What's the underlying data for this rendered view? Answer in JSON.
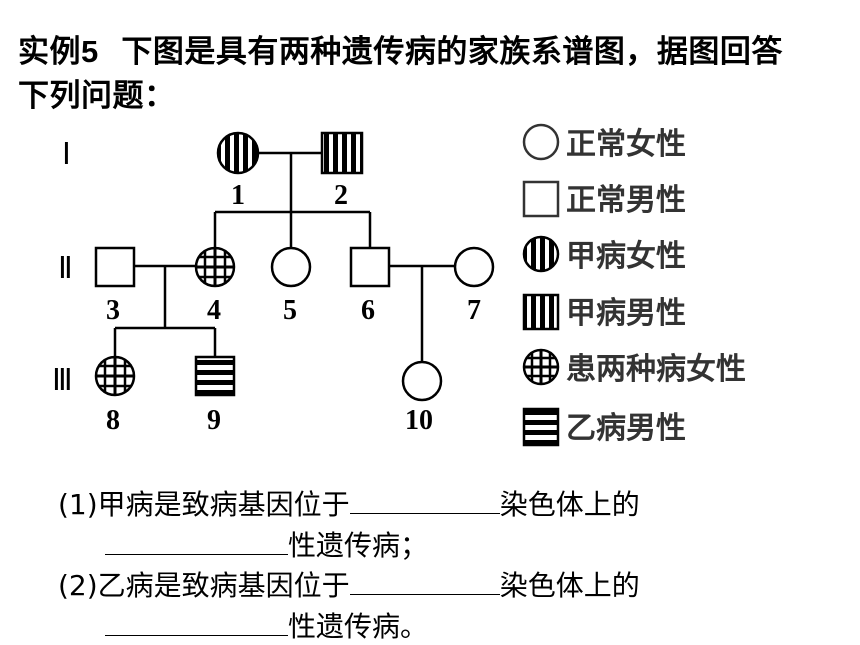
{
  "header": {
    "example_label": "实例",
    "example_number": "5",
    "line1": "下图是具有两种遗传病的家族系谱图，据图回答",
    "line2": "下列问题："
  },
  "pedigree": {
    "generations": [
      "Ⅰ",
      "Ⅱ",
      "Ⅲ"
    ],
    "individuals": [
      "1",
      "2",
      "3",
      "4",
      "5",
      "6",
      "7",
      "8",
      "9",
      "10"
    ]
  },
  "legend": [
    {
      "label": "正常女性",
      "icon": "circle-empty-icon"
    },
    {
      "label": "正常男性",
      "icon": "square-empty-icon"
    },
    {
      "label": "甲病女性",
      "icon": "circle-vertical-stripes-icon"
    },
    {
      "label": "甲病男性",
      "icon": "square-vertical-stripes-icon"
    },
    {
      "label": "患两种病女性",
      "icon": "circle-grid-icon"
    },
    {
      "label": "乙病男性",
      "icon": "square-horizontal-stripes-icon"
    }
  ],
  "questions": [
    {
      "number": "(1)",
      "part1": "甲病是致病基因位于",
      "part2": "染色体上的",
      "part3": "性遗传病；"
    },
    {
      "number": "(2)",
      "part1": "乙病是致病基因位于",
      "part2": "染色体上的",
      "part3": "性遗传病。"
    }
  ]
}
